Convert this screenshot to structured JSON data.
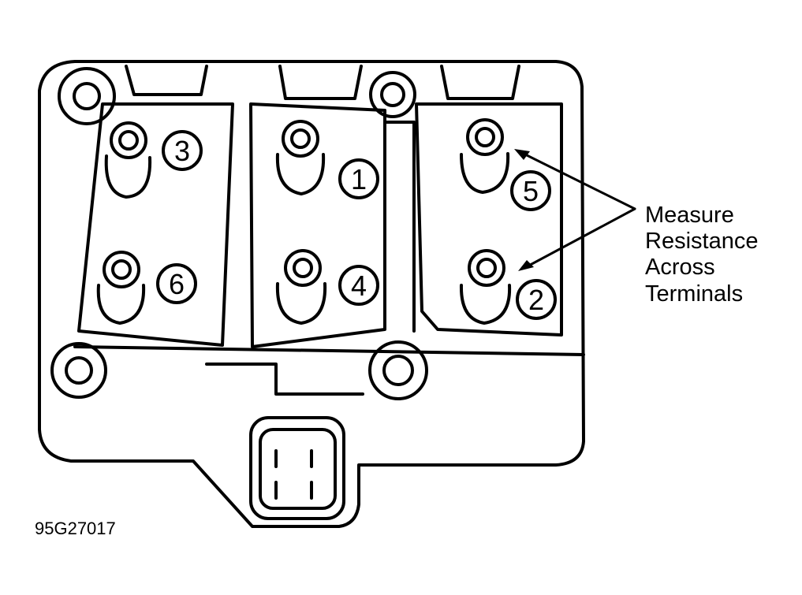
{
  "diagram": {
    "terminals": [
      {
        "id": "t3",
        "number": "3"
      },
      {
        "id": "t1",
        "number": "1"
      },
      {
        "id": "t5",
        "number": "5"
      },
      {
        "id": "t6",
        "number": "6"
      },
      {
        "id": "t4",
        "number": "4"
      },
      {
        "id": "t2",
        "number": "2"
      }
    ],
    "callout": {
      "lines": [
        "Measure",
        "Resistance",
        "Across",
        "Terminals"
      ],
      "points_to": [
        "5",
        "2"
      ]
    },
    "figure_code": "95G27017",
    "colors": {
      "ink": "#000000",
      "paper": "#ffffff"
    }
  }
}
